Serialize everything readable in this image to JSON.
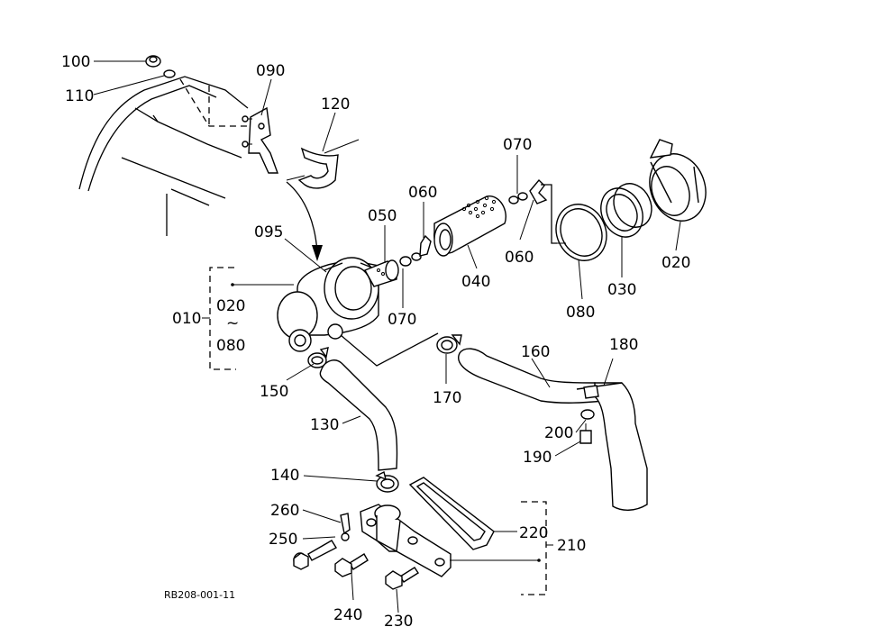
{
  "diagram": {
    "callouts": {
      "p100": "100",
      "p110": "110",
      "p090": "090",
      "p120": "120",
      "p070a": "070",
      "p060a": "060",
      "p050": "050",
      "p095": "095",
      "p060b": "060",
      "p040": "040",
      "p080": "080",
      "p030": "030",
      "p020": "020",
      "p070b": "070",
      "p010": "010",
      "p020r": "020",
      "tilde": "~",
      "p080r": "080",
      "p150": "150",
      "p170": "170",
      "p160": "160",
      "p180": "180",
      "p130": "130",
      "p200": "200",
      "p190": "190",
      "p140": "140",
      "p260": "260",
      "p250": "250",
      "p220": "220",
      "p210": "210",
      "p240": "240",
      "p230": "230"
    },
    "drawing_code": "RB208-001-11"
  }
}
